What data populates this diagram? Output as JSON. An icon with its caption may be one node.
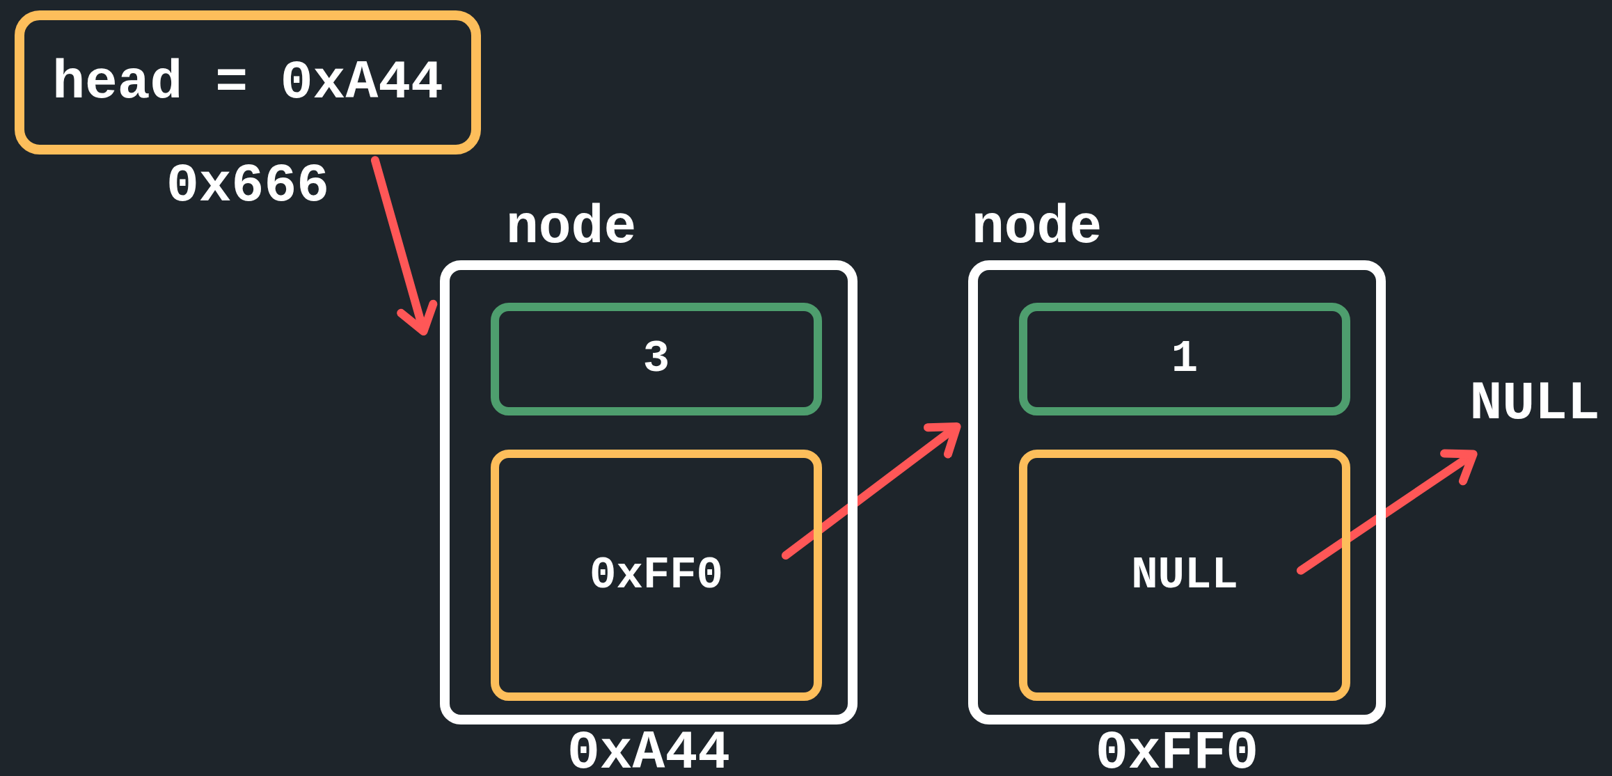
{
  "diagram": {
    "nodes": [
      {
        "text": [
          "head = 0xA44"
        ],
        "beside": [
          "0x666"
        ]
      },
      {
        "text": [
          "node"
        ],
        "beside": [
          "0xA44"
        ]
      },
      {
        "text": [
          "3"
        ],
        "in": 1
      },
      {
        "text": [
          "0xFF0"
        ],
        "in": 1
      },
      {
        "text": [
          "node"
        ],
        "beside": [
          "0xFF0"
        ]
      },
      {
        "text": [
          "1"
        ],
        "in": 4
      },
      {
        "text": [
          "NULL"
        ],
        "in": 4
      },
      {
        "text": [
          "NULL"
        ]
      }
    ],
    "edges": [
      {
        "from": 0,
        "to": 1,
        "arrow": "to"
      },
      {
        "from": 3,
        "to": 4,
        "arrow": "to"
      },
      {
        "from": 6,
        "to": 7,
        "arrow": "to"
      }
    ]
  }
}
